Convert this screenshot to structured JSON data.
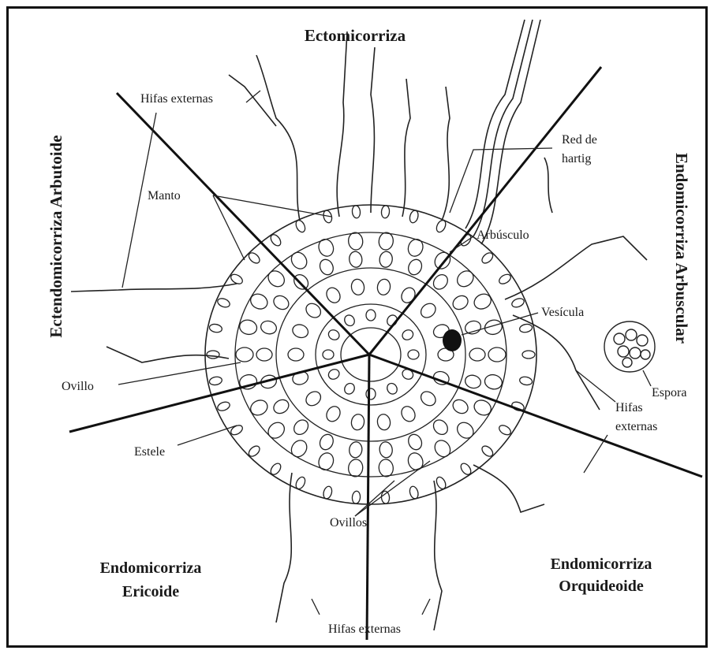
{
  "regions": {
    "top": "Ectomicorriza",
    "left": "Ectendomicorriza Arbutoide",
    "right": "Endomicorriza Arbuscular",
    "bottom_left_line1": "Endomicorriza",
    "bottom_left_line2": "Ericoide",
    "bottom_right_line1": "Endomicorriza",
    "bottom_right_line2": "Orquideoide"
  },
  "labels": {
    "hifas_externas_top": "Hifas externas",
    "manto": "Manto",
    "red_hartig_line1": "Red de",
    "red_hartig_line2": "hartig",
    "arbusculo": "Arbúsculo",
    "vesicula": "Vesícula",
    "espora": "Espora",
    "hifas_externas_right_line1": "Hifas",
    "hifas_externas_right_line2": "externas",
    "ovillo": "Ovillo",
    "estele": "Estele",
    "ovillos": "Ovillos",
    "hifas_externas_bottom": "Hifas externas"
  }
}
